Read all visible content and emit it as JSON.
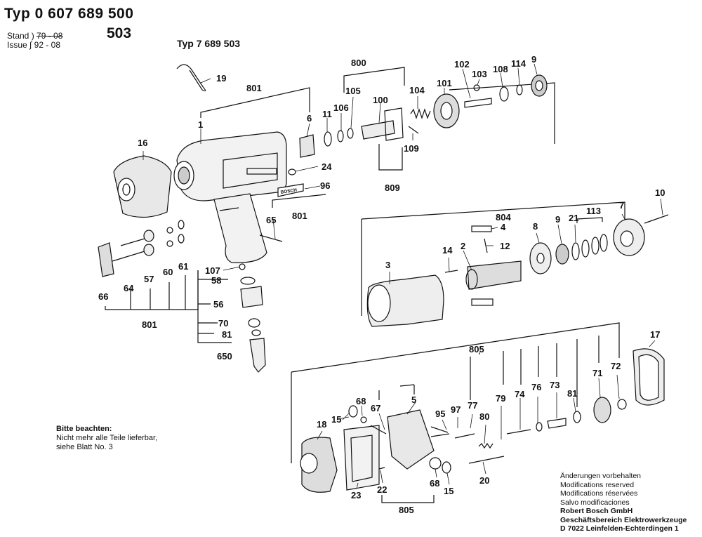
{
  "header": {
    "title": "Typ 0 607 689 500",
    "alt_suffix": "503",
    "stand_label": "Stand",
    "stand_value_old": "79 - 08",
    "issue_label": "Issue",
    "issue_value": "92 - 08",
    "subtype": "Typ 7 689 503"
  },
  "parts": [
    {
      "id": "p1",
      "label": "1"
    },
    {
      "id": "p2",
      "label": "2"
    },
    {
      "id": "p3",
      "label": "3"
    },
    {
      "id": "p4",
      "label": "4"
    },
    {
      "id": "p5",
      "label": "5"
    },
    {
      "id": "p6",
      "label": "6"
    },
    {
      "id": "p7",
      "label": "7"
    },
    {
      "id": "p8",
      "label": "8"
    },
    {
      "id": "p9a",
      "label": "9"
    },
    {
      "id": "p9b",
      "label": "9"
    },
    {
      "id": "p10",
      "label": "10"
    },
    {
      "id": "p11",
      "label": "11"
    },
    {
      "id": "p12",
      "label": "12"
    },
    {
      "id": "p14",
      "label": "14"
    },
    {
      "id": "p15a",
      "label": "15"
    },
    {
      "id": "p15b",
      "label": "15"
    },
    {
      "id": "p16",
      "label": "16"
    },
    {
      "id": "p17",
      "label": "17"
    },
    {
      "id": "p18",
      "label": "18"
    },
    {
      "id": "p19",
      "label": "19"
    },
    {
      "id": "p20",
      "label": "20"
    },
    {
      "id": "p21",
      "label": "21"
    },
    {
      "id": "p22",
      "label": "22"
    },
    {
      "id": "p23",
      "label": "23"
    },
    {
      "id": "p24",
      "label": "24"
    },
    {
      "id": "p56",
      "label": "56"
    },
    {
      "id": "p57",
      "label": "57"
    },
    {
      "id": "p58",
      "label": "58"
    },
    {
      "id": "p60",
      "label": "60"
    },
    {
      "id": "p61",
      "label": "61"
    },
    {
      "id": "p64",
      "label": "64"
    },
    {
      "id": "p65",
      "label": "65"
    },
    {
      "id": "p66",
      "label": "66"
    },
    {
      "id": "p67",
      "label": "67"
    },
    {
      "id": "p68a",
      "label": "68"
    },
    {
      "id": "p68b",
      "label": "68"
    },
    {
      "id": "p70",
      "label": "70"
    },
    {
      "id": "p71",
      "label": "71"
    },
    {
      "id": "p72",
      "label": "72"
    },
    {
      "id": "p73",
      "label": "73"
    },
    {
      "id": "p74",
      "label": "74"
    },
    {
      "id": "p76",
      "label": "76"
    },
    {
      "id": "p77",
      "label": "77"
    },
    {
      "id": "p79",
      "label": "79"
    },
    {
      "id": "p80",
      "label": "80"
    },
    {
      "id": "p81a",
      "label": "81"
    },
    {
      "id": "p81b",
      "label": "81"
    },
    {
      "id": "p95",
      "label": "95"
    },
    {
      "id": "p96",
      "label": "96"
    },
    {
      "id": "p97",
      "label": "97"
    },
    {
      "id": "p100",
      "label": "100"
    },
    {
      "id": "p101",
      "label": "101"
    },
    {
      "id": "p102",
      "label": "102"
    },
    {
      "id": "p103",
      "label": "103"
    },
    {
      "id": "p104",
      "label": "104"
    },
    {
      "id": "p105",
      "label": "105"
    },
    {
      "id": "p106",
      "label": "106"
    },
    {
      "id": "p107",
      "label": "107"
    },
    {
      "id": "p108",
      "label": "108"
    },
    {
      "id": "p109",
      "label": "109"
    },
    {
      "id": "p113",
      "label": "113"
    },
    {
      "id": "p114",
      "label": "114"
    },
    {
      "id": "p650",
      "label": "650"
    },
    {
      "id": "p800",
      "label": "800"
    },
    {
      "id": "p801a",
      "label": "801"
    },
    {
      "id": "p801b",
      "label": "801"
    },
    {
      "id": "p801c",
      "label": "801"
    },
    {
      "id": "p804",
      "label": "804"
    },
    {
      "id": "p805a",
      "label": "805"
    },
    {
      "id": "p805b",
      "label": "805"
    },
    {
      "id": "p809",
      "label": "809"
    }
  ],
  "brand_plate": "BOSCH",
  "note": {
    "heading": "Bitte beachten:",
    "line1": "Nicht mehr alle Teile lieferbar,",
    "line2": "siehe Blatt No. 3"
  },
  "legal": {
    "line1": "Änderungen vorbehalten",
    "line2": "Modifications reserved",
    "line3": "Modifications réservées",
    "line4": "Salvo modificaciones",
    "company": "Robert Bosch GmbH",
    "division": "Geschäftsbereich Elektrowerkzeuge",
    "address": "D 7022 Leinfelden-Echterdingen 1"
  }
}
